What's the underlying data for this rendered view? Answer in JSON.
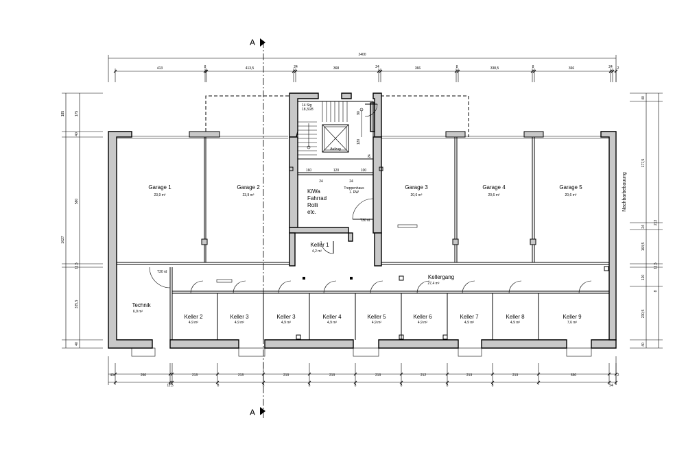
{
  "section_marker": "A",
  "overall_dim": "2400",
  "top_dims": [
    "413",
    "8",
    "413,5",
    "24",
    "368",
    "24",
    "366",
    "8",
    "338,5",
    "8",
    "366",
    "24",
    "2"
  ],
  "bottom_dims_top": [
    "40",
    "260",
    "213",
    "213",
    "213",
    "213",
    "213",
    "212",
    "213",
    "213",
    "330",
    "2"
  ],
  "bottom_dims_bottom": [
    "11,5",
    "8",
    "8",
    "8",
    "8",
    "8",
    "8",
    "8",
    "24"
  ],
  "left_dims_outer": [
    "185",
    "1027",
    "11,5",
    "40"
  ],
  "left_dims_inner": [
    "175",
    "40",
    "580",
    "335,5"
  ],
  "right_dims": [
    "40",
    "177,5",
    "24",
    "213",
    "164,5",
    "11,5",
    "120",
    "8",
    "230,5",
    "40"
  ],
  "neighbor_label": "Nachbarbebauung",
  "stair": {
    "line1": "14 Stg",
    "line2": "18,3/28"
  },
  "elevator": "Aufzug",
  "stair_dims": [
    "160",
    "120",
    "100",
    "24",
    "24",
    "120",
    "24",
    "90"
  ],
  "stair_room": {
    "line1": "Treppenhaus",
    "line2": "1. RW"
  },
  "storage_text": [
    "KiWa",
    "Fahrrad",
    "Rolli",
    "etc."
  ],
  "door_rating": "T30 rd",
  "rooms": [
    {
      "name": "Garage 1",
      "area": "23,9 m²"
    },
    {
      "name": "Garage 2",
      "area": "23,9 m²"
    },
    {
      "name": "Garage 3",
      "area": "20,6 m²"
    },
    {
      "name": "Garage 4",
      "area": "20,6 m²"
    },
    {
      "name": "Garage 5",
      "area": "20,6 m²"
    },
    {
      "name": "Keller 1",
      "area": "4,2 m²"
    },
    {
      "name": "Kellergang",
      "area": "27,4 m²"
    },
    {
      "name": "Technik",
      "area": "6,9 m²"
    },
    {
      "name": "Keller 2",
      "area": "4,9 m²"
    },
    {
      "name": "Keller 3",
      "area": "4,9 m²"
    },
    {
      "name": "Keller 3",
      "area": "4,9 m²"
    },
    {
      "name": "Keller 4",
      "area": "4,9 m²"
    },
    {
      "name": "Keller 5",
      "area": "4,9 m²"
    },
    {
      "name": "Keller 6",
      "area": "4,9 m²"
    },
    {
      "name": "Keller 7",
      "area": "4,9 m²"
    },
    {
      "name": "Keller 8",
      "area": "4,9 m²"
    },
    {
      "name": "Keller 9",
      "area": "7,6 m²"
    }
  ]
}
